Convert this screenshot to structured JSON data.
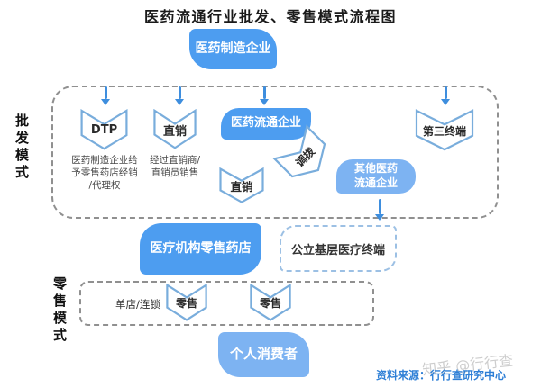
{
  "title": "医药流通行业批发、零售模式流程图",
  "sections": {
    "wholesale": {
      "label": "批发模式"
    },
    "retail": {
      "label": "零售模式"
    }
  },
  "nodes": {
    "manufacturer": {
      "label": "医药制造企业"
    },
    "dtp": {
      "label": "DTP",
      "desc": "医药制造企业给\n予零售药店经销\n/代理权"
    },
    "direct1": {
      "label": "直销",
      "desc": "经过直销商/\n直销员销售"
    },
    "distributor": {
      "label": "医药流通企业"
    },
    "direct2": {
      "label": "直销"
    },
    "transfer": {
      "label": "调拨"
    },
    "other_distributor": {
      "label": "其他医药\n流通企业"
    },
    "third_terminal": {
      "label": "第三终端"
    },
    "medical_retail": {
      "label": "医疗机构零售药店"
    },
    "public_terminal": {
      "label": "公立基层医疗终端"
    },
    "store_type": {
      "label": "单店/连锁"
    },
    "retail1": {
      "label": "零售"
    },
    "retail2": {
      "label": "零售"
    },
    "consumer": {
      "label": "个人消费者"
    }
  },
  "footer": {
    "source": "资料来源：行行查研究中心",
    "watermark": "知乎 @行行查"
  },
  "colors": {
    "primary_blue": "#4D9DF0",
    "light_blue": "#7DB3F2",
    "chevron_stroke": "#79ADDC",
    "arrow_blue": "#3E8EDE",
    "dash_gray": "#909090",
    "dash_light_blue": "#9CC0E4",
    "source_text_blue": "#2E7FD6",
    "watermark_gray": "#C5C5C5"
  }
}
